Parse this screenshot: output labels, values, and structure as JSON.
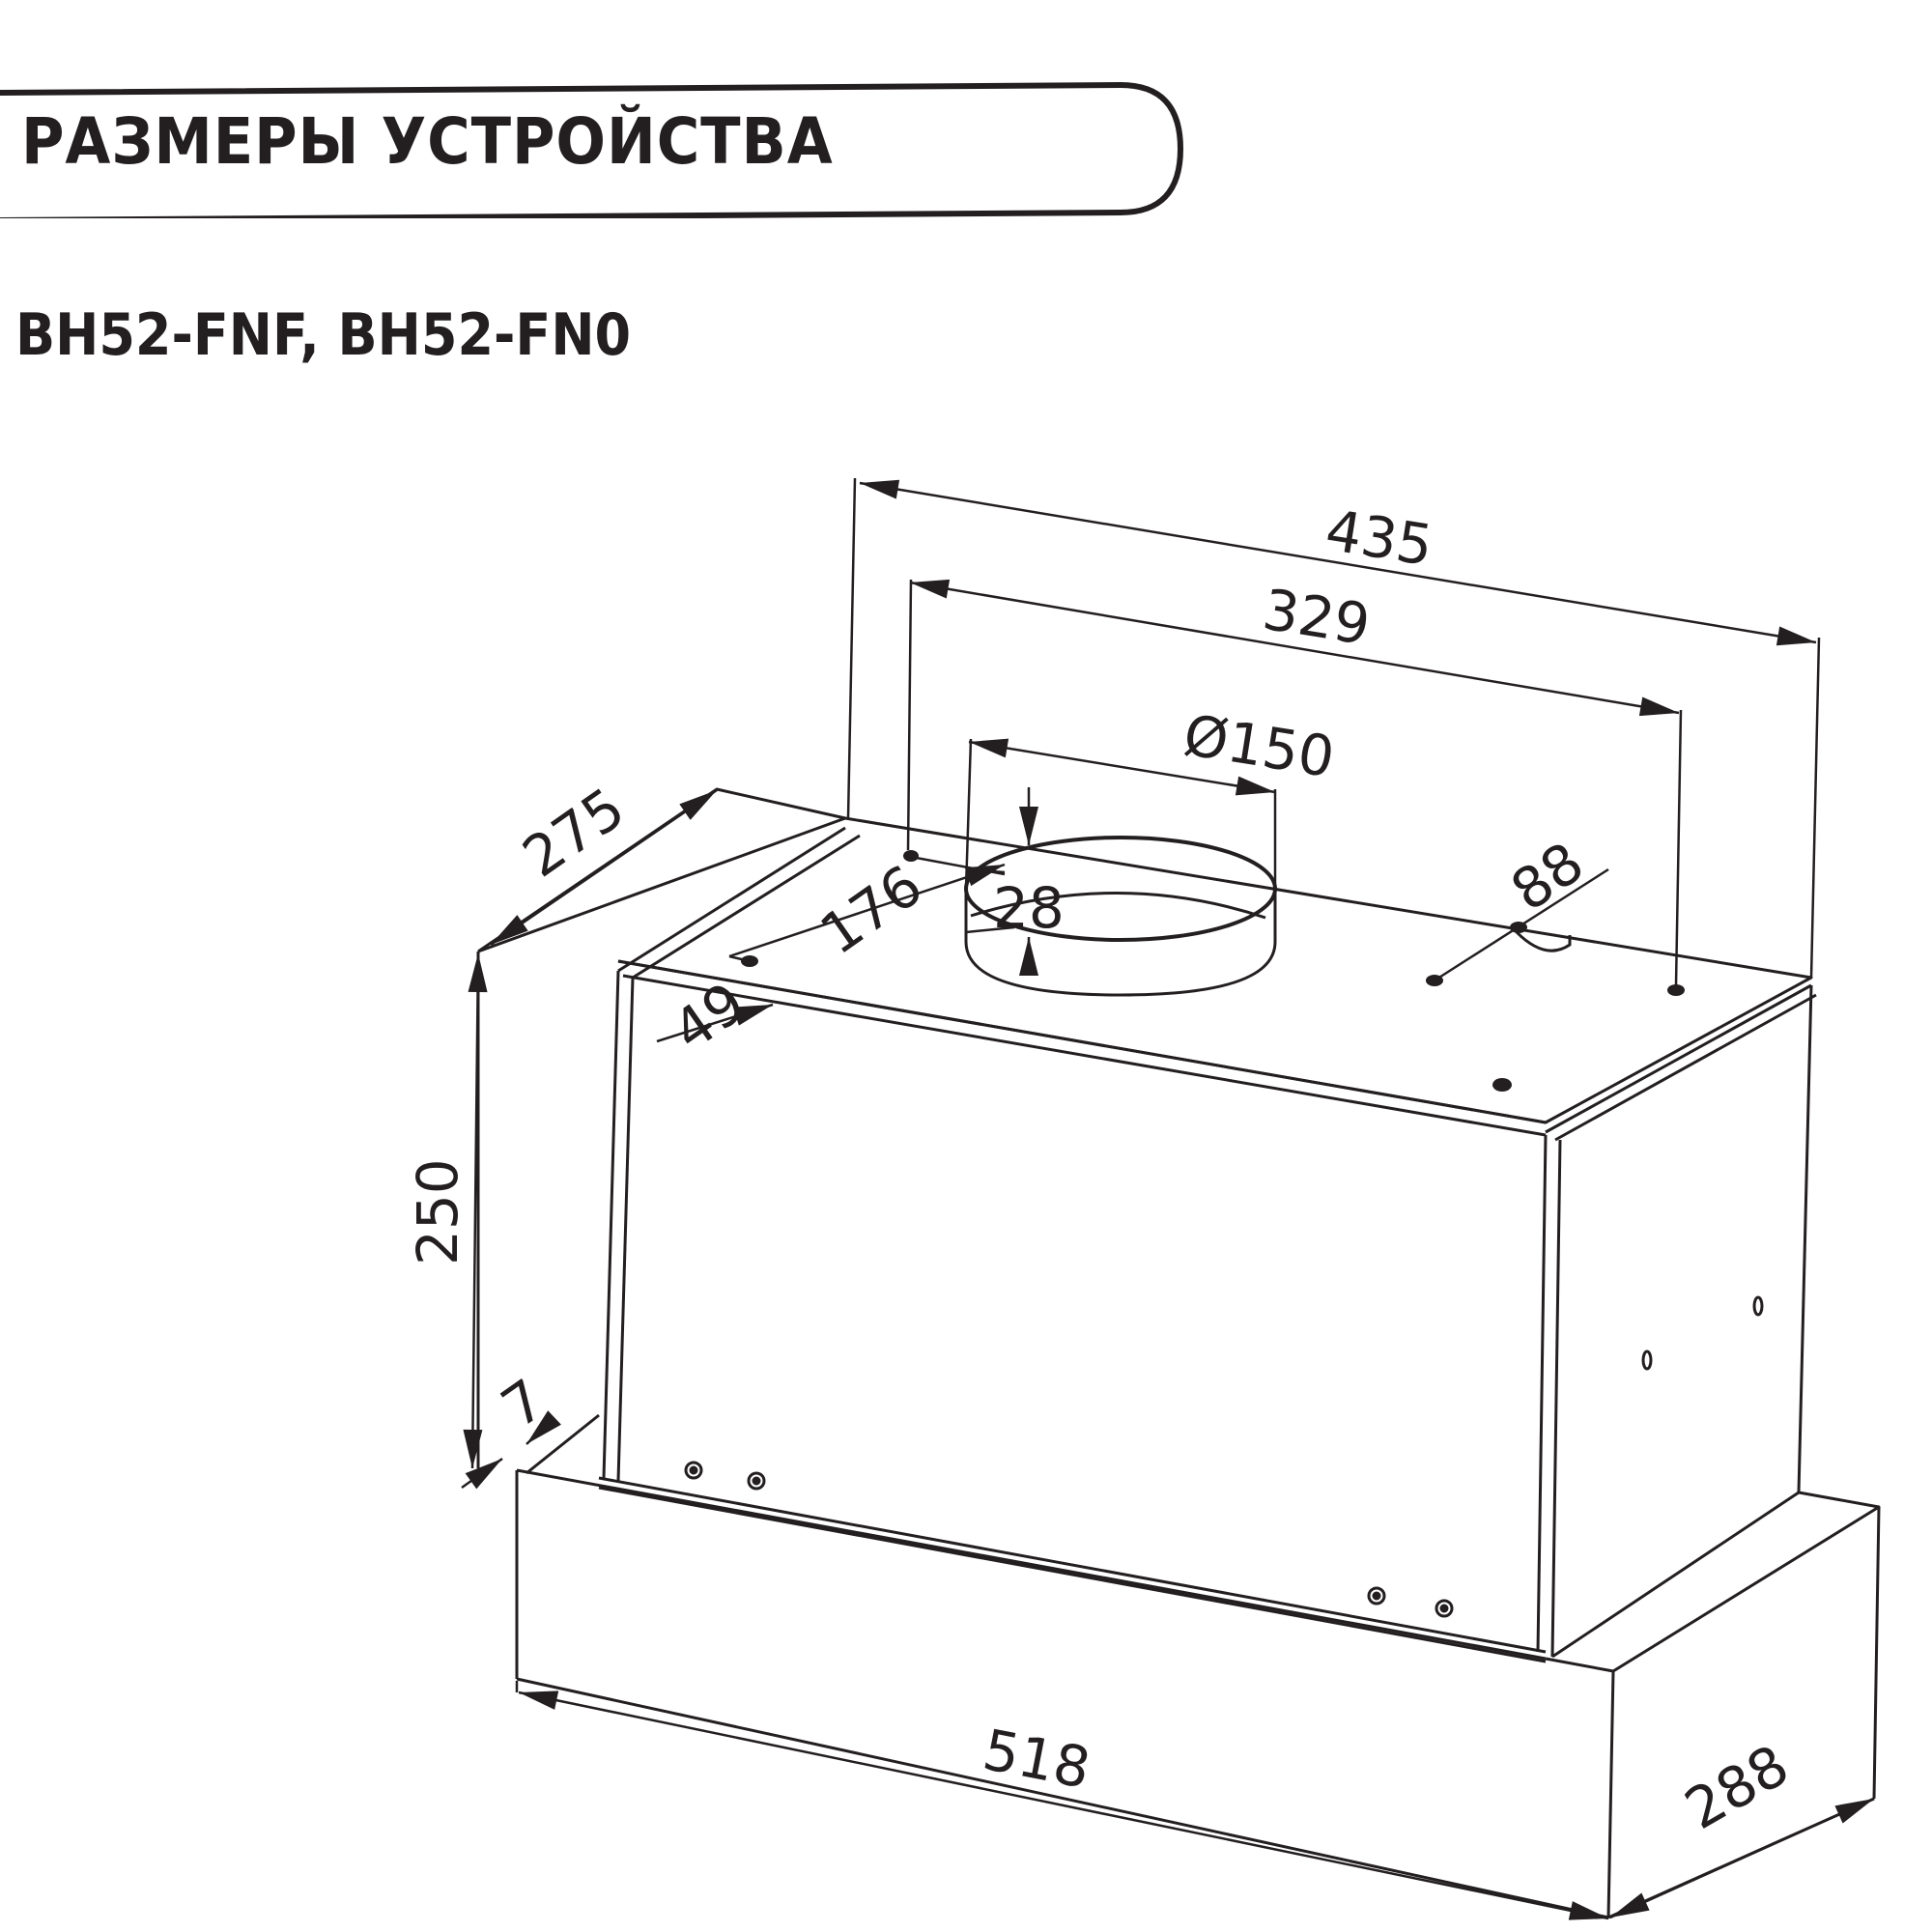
{
  "header": {
    "title": "РАЗМЕРЫ УСТРОЙСТВА",
    "models": "BH52-FNF, BH52-FN0"
  },
  "diagram": {
    "subject": "built-in cooker hood isometric dimension drawing",
    "units": "mm",
    "colors": {
      "line": "#231f20",
      "background": "#ffffff"
    },
    "dimensions": {
      "top_width": "435",
      "mount_hole_spacing": "329",
      "duct_diameter": "Ø150",
      "duct_height": "28",
      "hole_offset_front": "176",
      "hole_offset_edge": "49",
      "side_hole_offset": "88",
      "top_depth": "275",
      "body_height": "250",
      "lip_offset": "7",
      "bottom_width": "518",
      "bottom_depth": "288"
    }
  }
}
